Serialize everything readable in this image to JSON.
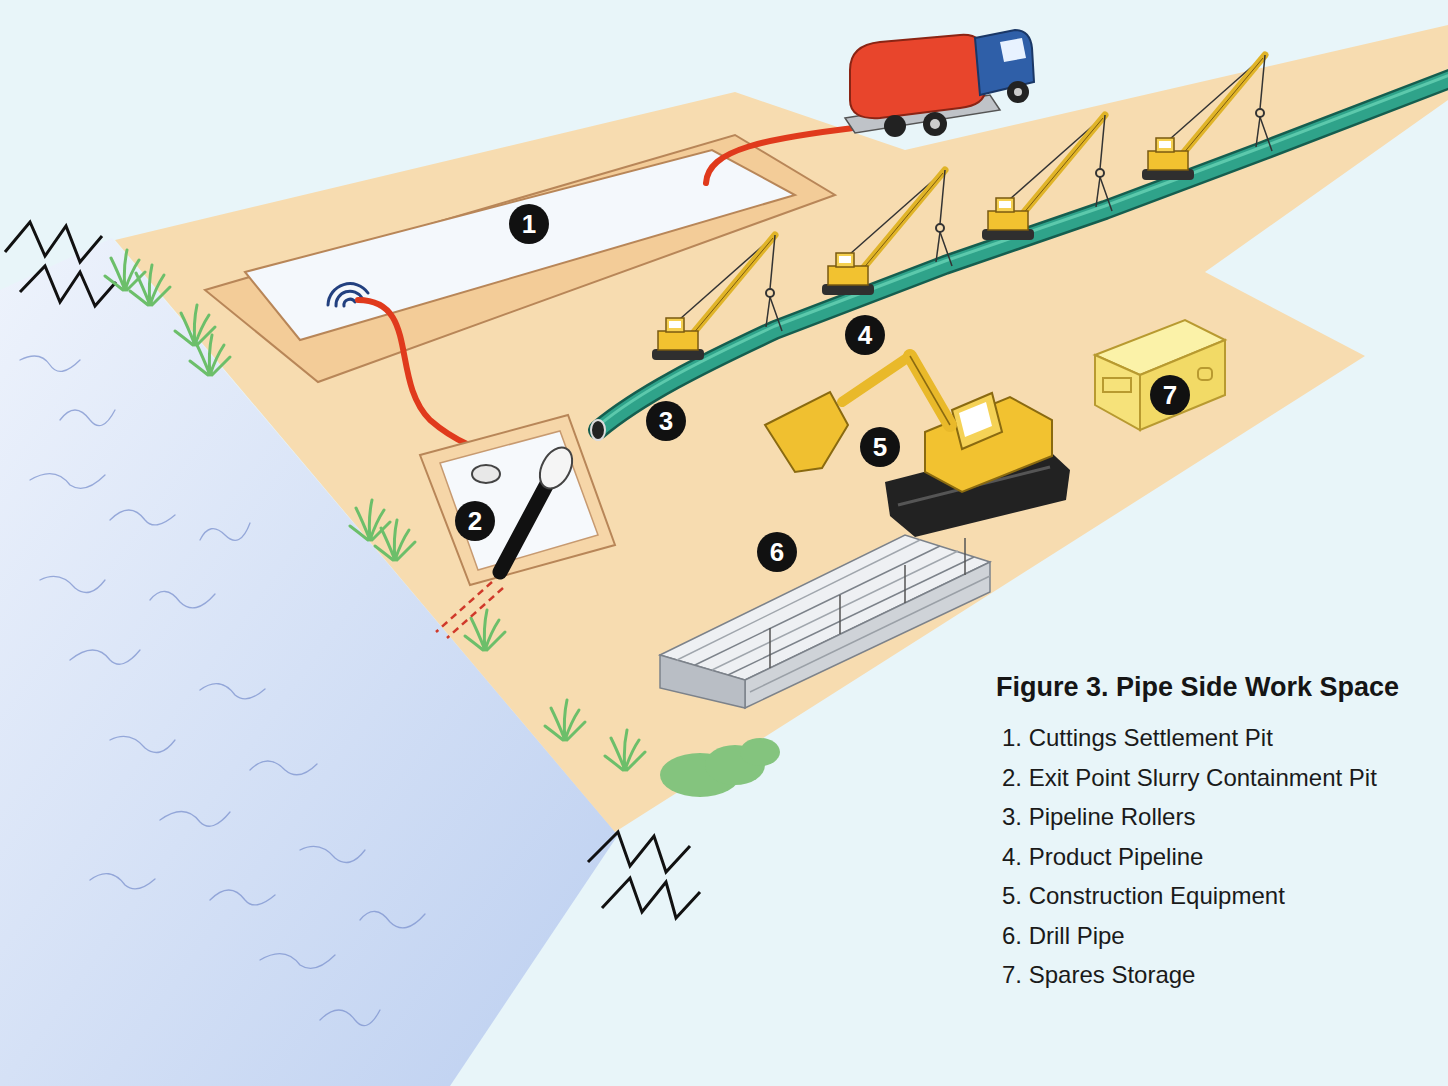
{
  "diagram": {
    "title": "Figure 3. Pipe Side Work Space",
    "nodes": [
      {
        "text": [
          "1"
        ]
      },
      {
        "text": [
          "2"
        ]
      },
      {
        "text": [
          "3"
        ]
      },
      {
        "text": [
          "4"
        ]
      },
      {
        "text": [
          "5"
        ]
      },
      {
        "text": [
          "6"
        ]
      },
      {
        "text": [
          "7"
        ]
      }
    ],
    "labels": [
      "1. Cuttings Settlement Pit",
      "2. Exit Point Slurry Containment Pit",
      "3. Pipeline Rollers",
      "4. Product Pipeline",
      "5. Construction Equipment",
      "6. Drill Pipe",
      "7. Spares Storage"
    ]
  }
}
